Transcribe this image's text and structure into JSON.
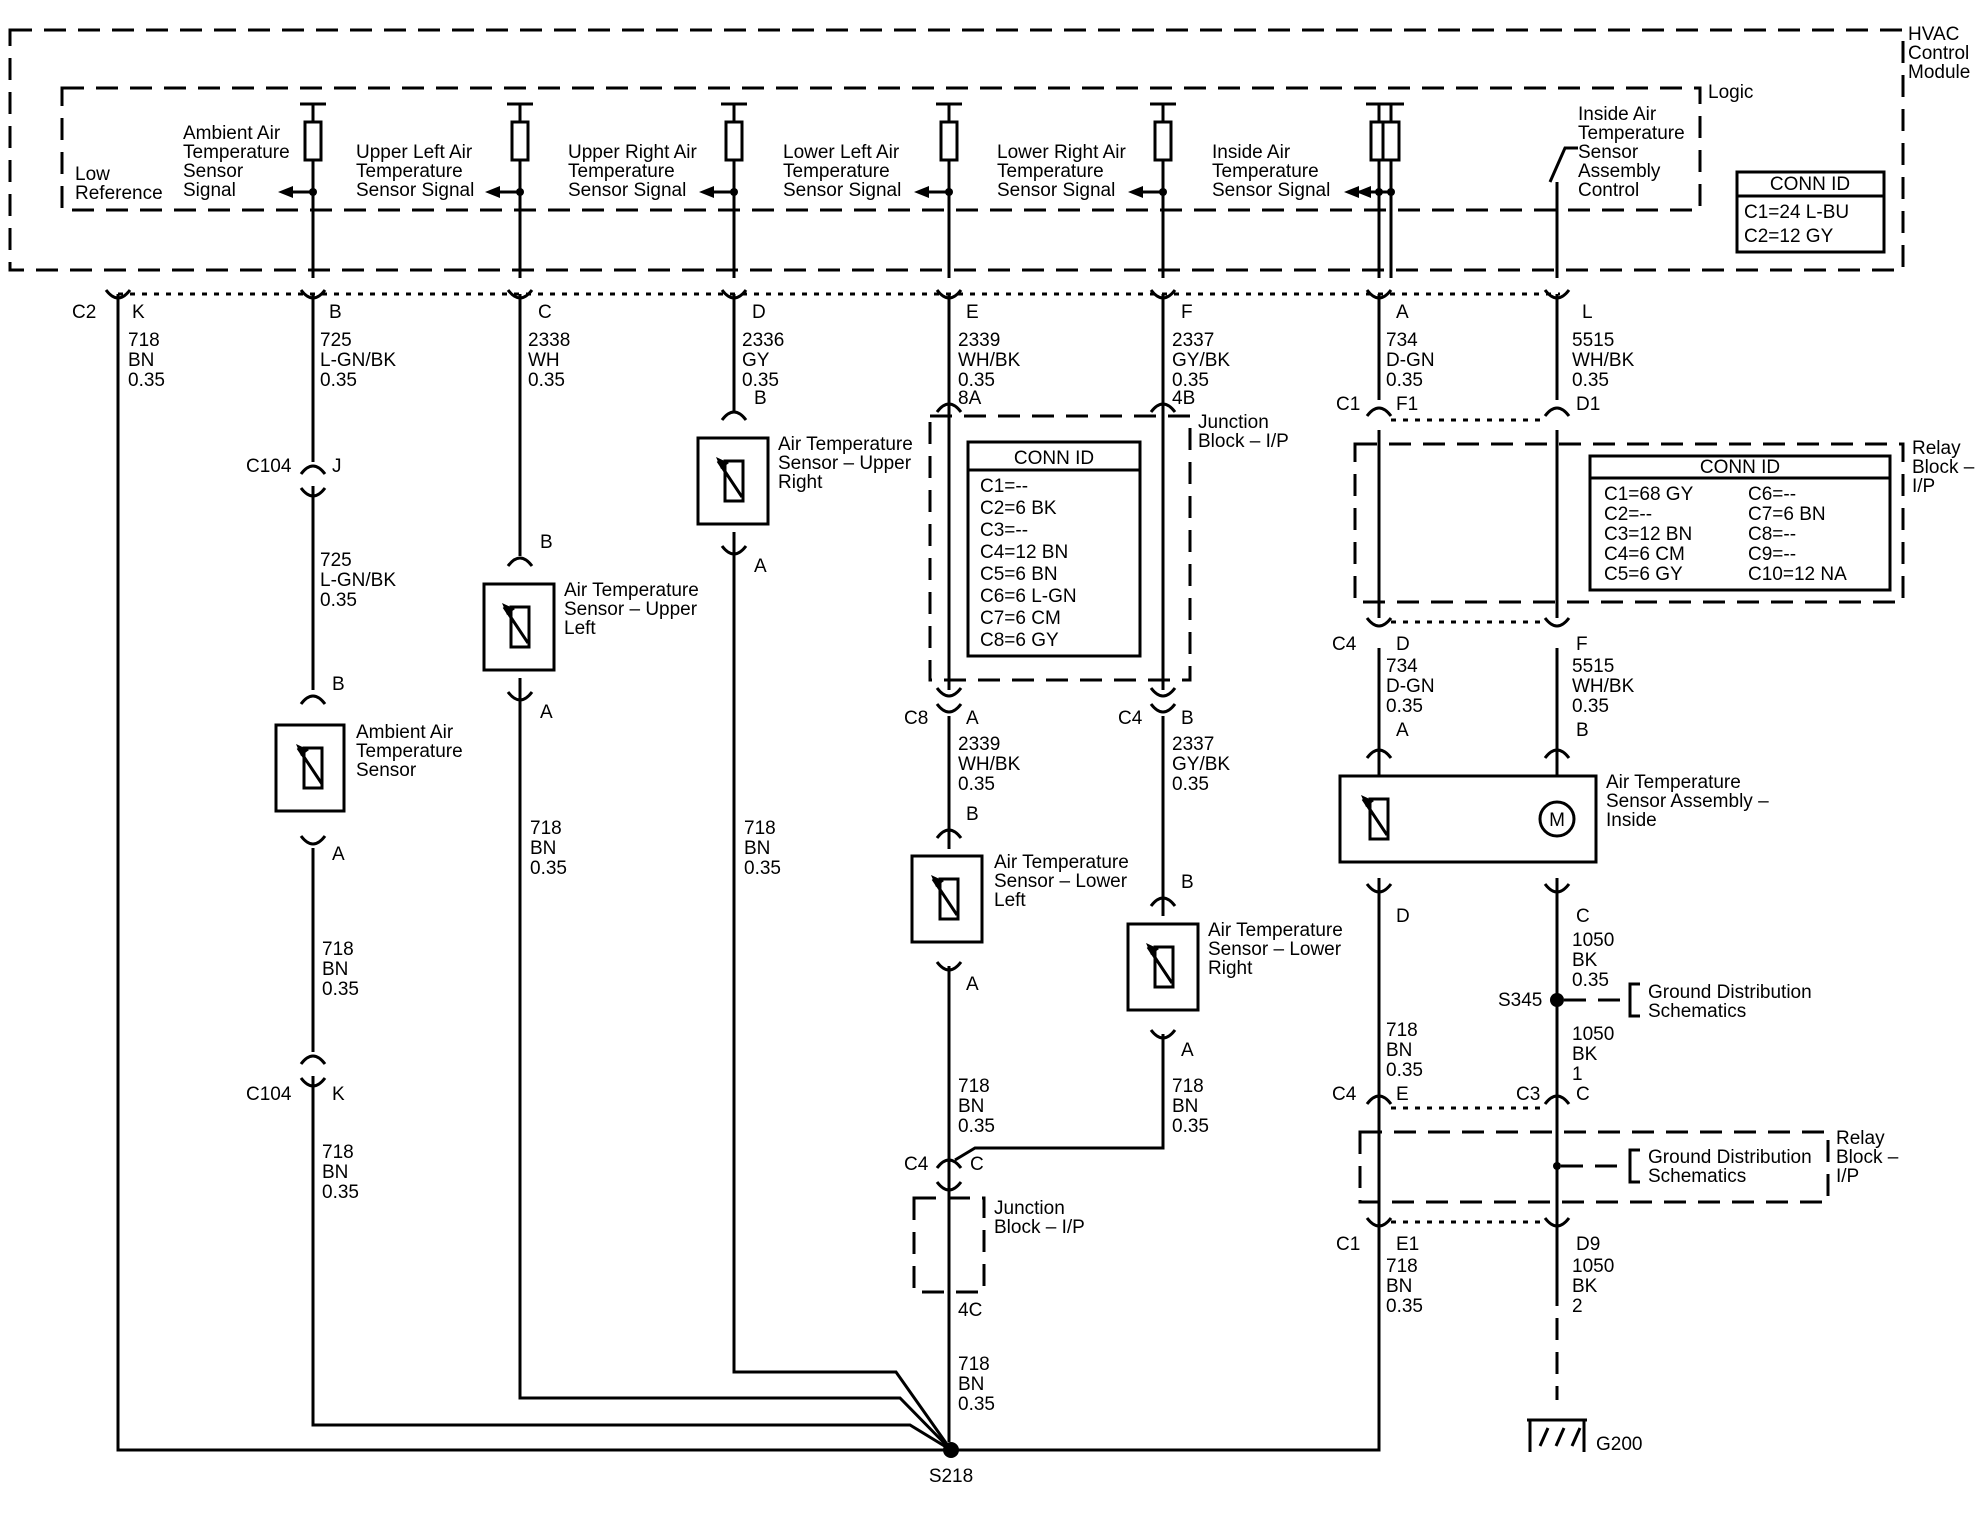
{
  "module": {
    "name": "HVAC Control Module",
    "logic": "Logic",
    "low_reference": "Low Reference"
  },
  "module_signals": [
    {
      "text": "Ambient Air Temperature Sensor Signal"
    },
    {
      "text": "Upper Left Air Temperature Sensor Signal"
    },
    {
      "text": "Upper Right Air Temperature Sensor Signal"
    },
    {
      "text": "Lower Left Air Temperature Sensor Signal"
    },
    {
      "text": "Lower Right Air Temperature Sensor Signal"
    },
    {
      "text": "Inside Air Temperature Sensor Signal"
    },
    {
      "text": "Inside Air Temperature Sensor Assembly Control"
    }
  ],
  "module_conn": {
    "title": "CONN ID",
    "lines": [
      "C1=24 L-BU",
      "C2=12 GY"
    ]
  },
  "top_pins": [
    {
      "connector": "C2",
      "pin": "K",
      "circuit": "718",
      "color": "BN",
      "size": "0.35"
    },
    {
      "pin": "B",
      "circuit": "725",
      "color": "L-GN/BK",
      "size": "0.35"
    },
    {
      "pin": "C",
      "circuit": "2338",
      "color": "WH",
      "size": "0.35"
    },
    {
      "pin": "D",
      "circuit": "2336",
      "color": "GY",
      "size": "0.35"
    },
    {
      "pin": "E",
      "circuit": "2339",
      "color": "WH/BK",
      "size": "0.35"
    },
    {
      "pin": "F",
      "circuit": "2337",
      "color": "GY/BK",
      "size": "0.35"
    },
    {
      "pin": "A",
      "circuit": "734",
      "color": "D-GN",
      "size": "0.35"
    },
    {
      "pin": "L",
      "circuit": "5515",
      "color": "WH/BK",
      "size": "0.35"
    }
  ],
  "sensors": {
    "ambient": "Ambient Air Temperature Sensor",
    "upper_left": "Air Temperature Sensor – Upper Left",
    "upper_right": "Air Temperature Sensor – Upper Right",
    "lower_left": "Air Temperature Sensor – Lower Left",
    "lower_right": "Air Temperature Sensor – Lower Right",
    "inside": "Air Temperature Sensor Assembly – Inside"
  },
  "junction_block": {
    "title": "Junction Block – I/P",
    "conn_title": "CONN ID",
    "conn_lines": [
      "C1=--",
      "C2=6 BK",
      "C3=--",
      "C4=12 BN",
      "C5=6 BN",
      "C6=6 L-GN",
      "C7=6 CM",
      "C8=6 GY"
    ]
  },
  "relay_block": {
    "title": "Relay Block – I/P",
    "conn_title": "CONN ID",
    "conn_left": [
      "C1=68 GY",
      "C2=--",
      "C3=12 BN",
      "C4=6 CM",
      "C5=6 GY"
    ],
    "conn_right": [
      "C6=--",
      "C7=6 BN",
      "C8=--",
      "C9=--",
      "C10=12 NA"
    ]
  },
  "ground": {
    "schematics": "Ground Distribution Schematics",
    "splice_gnd": "S345",
    "ground_id": "G200"
  },
  "splice": "S218"
}
